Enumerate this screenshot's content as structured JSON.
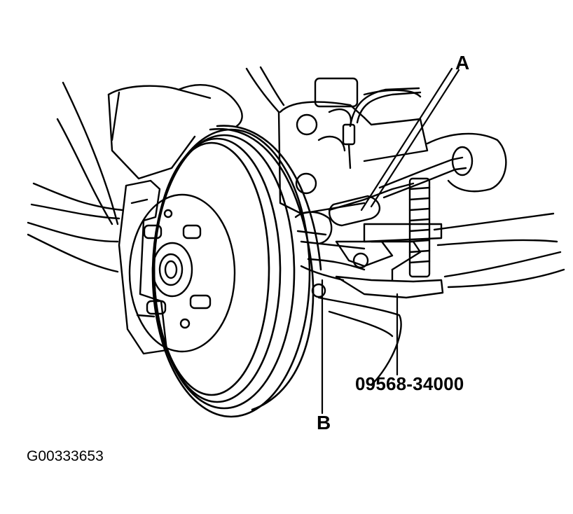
{
  "callouts": {
    "a": "A",
    "b": "B",
    "tool": "09568-34000"
  },
  "figure_id": "G00333653",
  "icons": [
    "brake-rotor",
    "wheel-hub",
    "brake-caliper",
    "ball-joint-remover-tool",
    "suspension-knuckle"
  ],
  "colors": {
    "line": "#000000",
    "background": "#ffffff"
  }
}
